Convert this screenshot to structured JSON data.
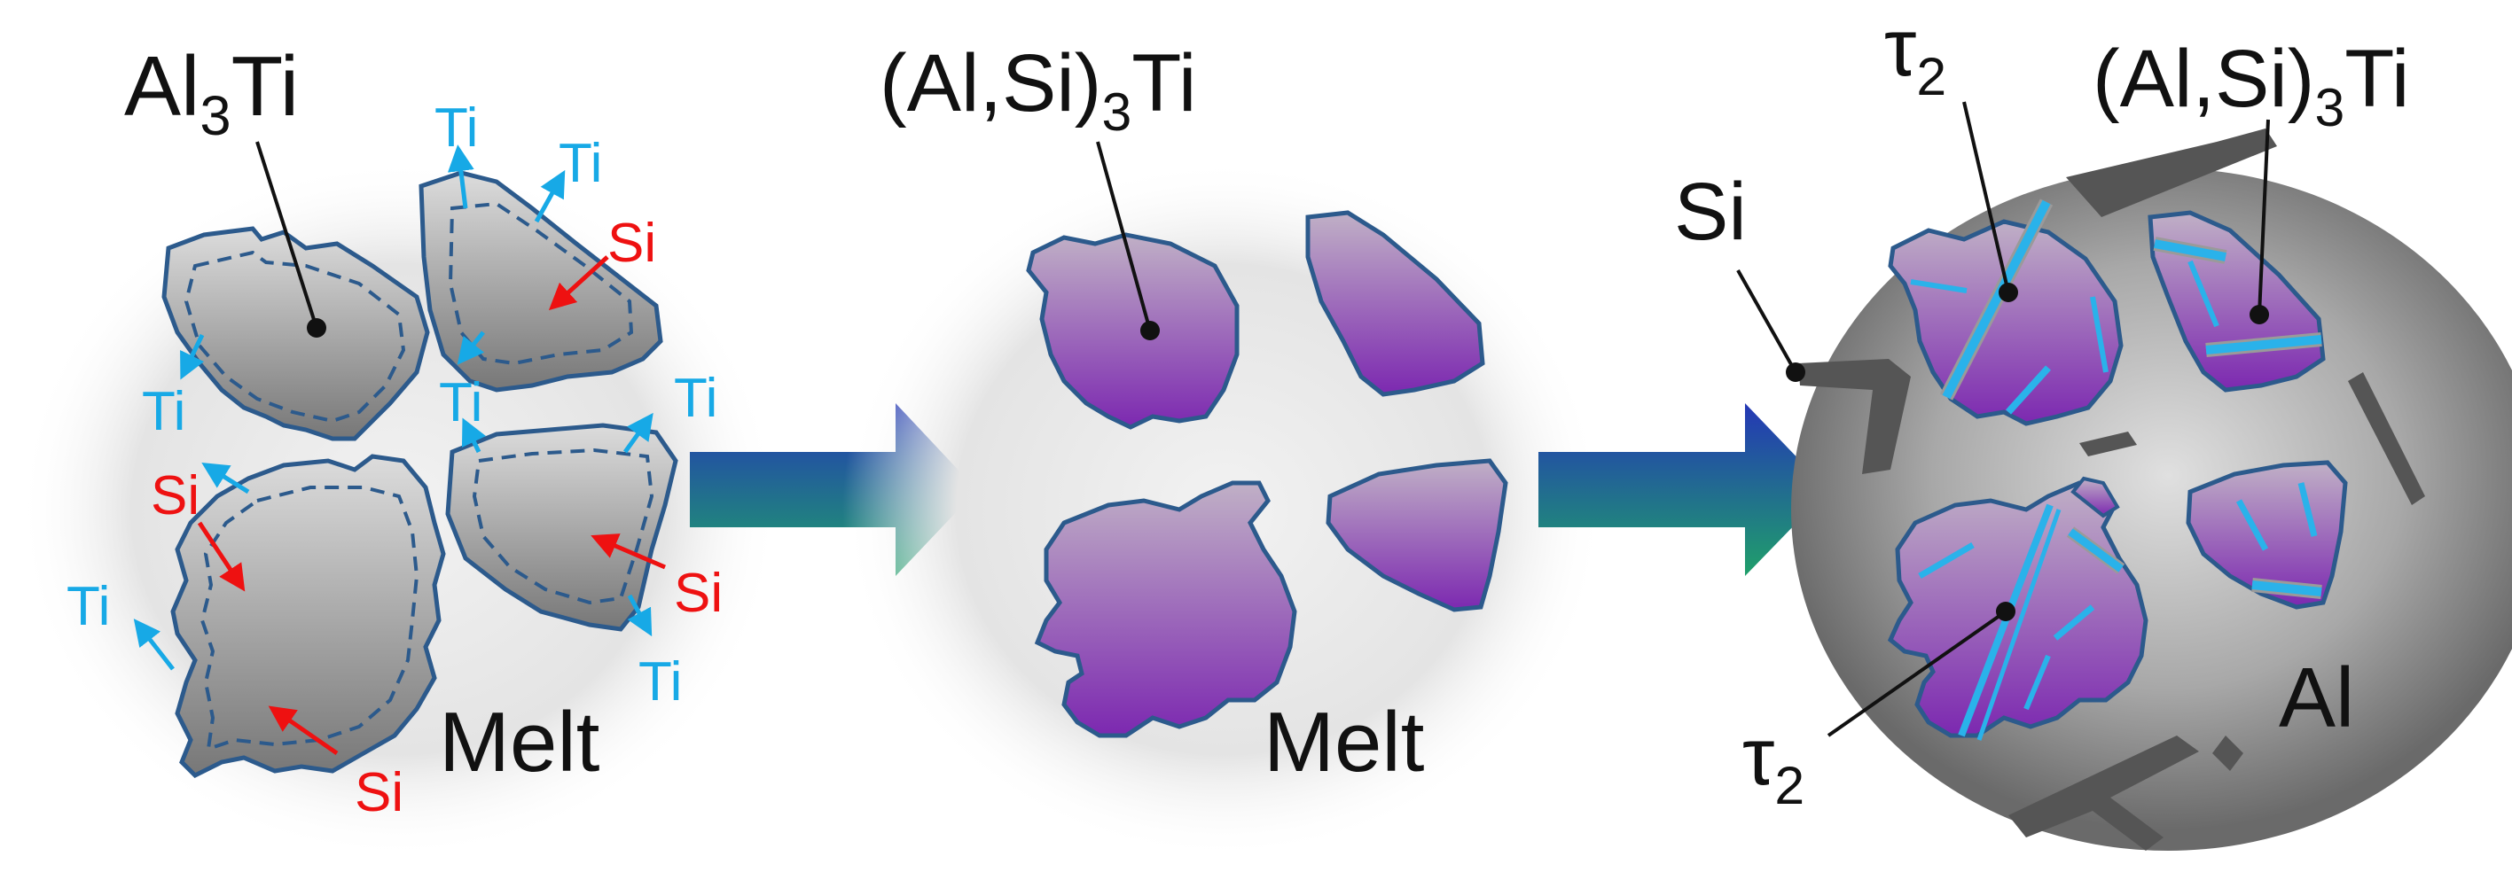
{
  "panels": {
    "left": {
      "phase_label": {
        "base": "Al",
        "sub": "3",
        "tail": "Ti"
      },
      "medium_label": "Melt",
      "ti_label": "Ti",
      "si_label": "Si"
    },
    "middle": {
      "phase_label": {
        "base": "(Al,Si)",
        "sub": "3",
        "tail": "Ti"
      },
      "medium_label": "Melt"
    },
    "right": {
      "tau_label": {
        "base": "τ",
        "sub": "2"
      },
      "phase_label": {
        "base": "(Al,Si)",
        "sub": "3",
        "tail": "Ti"
      },
      "si_label": "Si",
      "matrix_label": "Al"
    }
  },
  "colors": {
    "al3ti_particle": "#8a8a8a",
    "alsi3ti_particle": "#8a3fb0",
    "outline": "#2c5a8c",
    "ti_arrow": "#17a9e6",
    "si_arrow": "#ee1111",
    "tau2_plate": "#2ab2ea",
    "si_flake": "#555555",
    "arrow_start": "#2340b0",
    "arrow_end": "#1f9a6a"
  }
}
